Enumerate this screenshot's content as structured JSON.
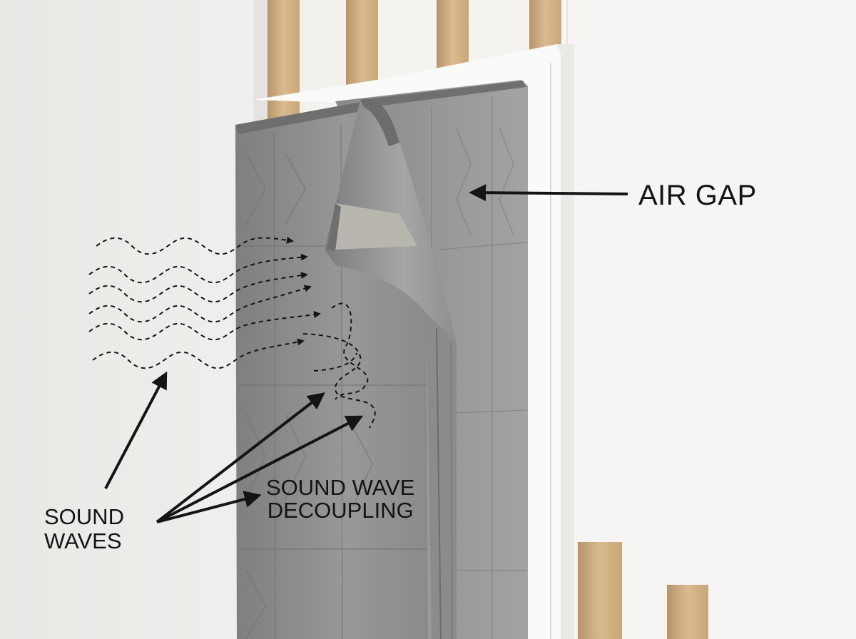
{
  "labels": {
    "air_gap": "AIR GAP",
    "sound_waves": [
      "SOUND",
      "WAVES"
    ],
    "decoupling": [
      "SOUND WAVE",
      "DECOUPLING"
    ]
  },
  "colors": {
    "wall": "#efeeeb",
    "stud": "#d7b689",
    "panel": "#f7f6f3",
    "blanket": "#8f8f8f",
    "ink": "#141414"
  }
}
